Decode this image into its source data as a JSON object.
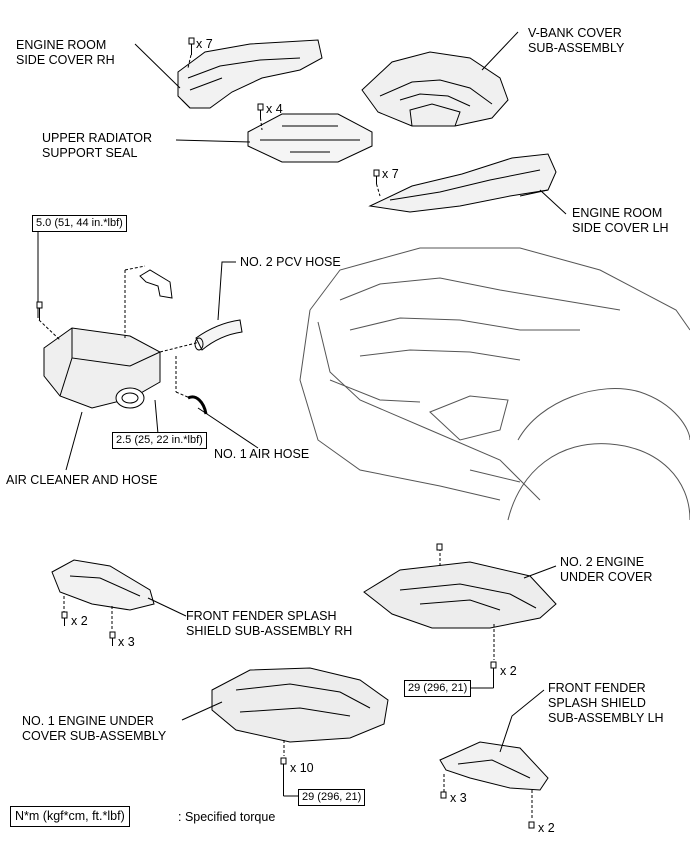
{
  "parts": {
    "engine_room_side_cover_rh": [
      "ENGINE ROOM",
      "SIDE COVER RH"
    ],
    "v_bank_cover": [
      "V-BANK COVER",
      "SUB-ASSEMBLY"
    ],
    "upper_radiator_support_seal": [
      "UPPER RADIATOR",
      "SUPPORT SEAL"
    ],
    "engine_room_side_cover_lh": [
      "ENGINE ROOM",
      "SIDE COVER LH"
    ],
    "no2_pcv_hose": "NO. 2 PCV HOSE",
    "no1_air_hose": "NO. 1 AIR HOSE",
    "air_cleaner_and_hose": "AIR CLEANER AND HOSE",
    "no2_engine_under_cover": [
      "NO. 2 ENGINE",
      "UNDER COVER"
    ],
    "front_fender_splash_shield_rh": [
      "FRONT FENDER SPLASH",
      "SHIELD SUB-ASSEMBLY RH"
    ],
    "no1_engine_under_cover": [
      "NO. 1 ENGINE UNDER",
      "COVER SUB-ASSEMBLY"
    ],
    "front_fender_splash_shield_lh": [
      "FRONT FENDER",
      "SPLASH SHIELD",
      "SUB-ASSEMBLY LH"
    ]
  },
  "fastener_counts": {
    "rh_side_cover": "x 7",
    "radiator_seal": "x 4",
    "lh_side_cover": "x 7",
    "splash_rh_a": "x 2",
    "splash_rh_b": "x 3",
    "under_cover_2": "x 2",
    "under_cover_1": "x 10",
    "splash_lh_a": "x 3",
    "splash_lh_b": "x 2"
  },
  "torques": {
    "air_cleaner_top": "5.0 (51, 44 in.*lbf)",
    "air_cleaner_hose": "2.5 (25, 22 in.*lbf)",
    "under_cover_2": "29 (296, 21)",
    "under_cover_1": "29 (296, 21)"
  },
  "legend": {
    "unit": "N*m (kgf*cm, ft.*lbf)",
    "meaning": ": Specified torque"
  }
}
